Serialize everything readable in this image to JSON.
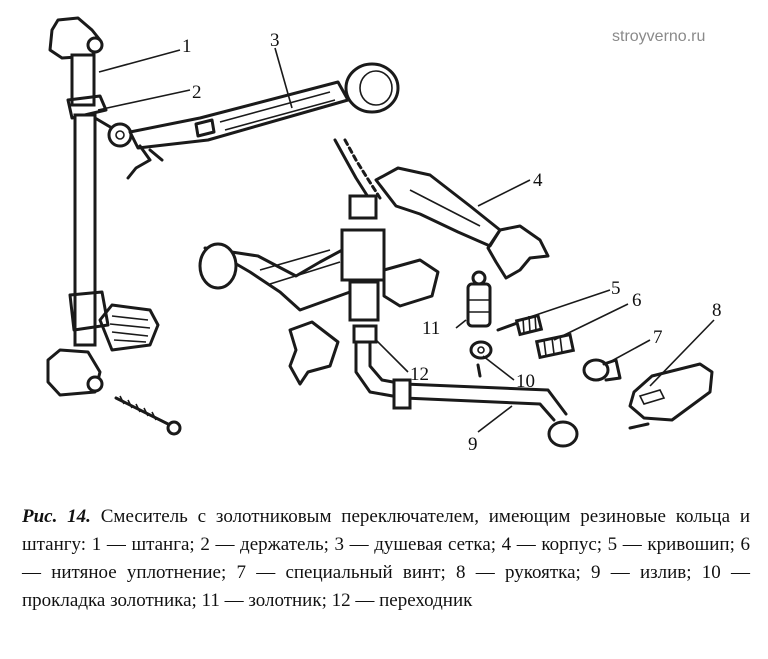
{
  "watermark": "stroyverno.ru",
  "labels": {
    "l1": "1",
    "l2": "2",
    "l3": "3",
    "l4": "4",
    "l5": "5",
    "l6": "6",
    "l7": "7",
    "l8": "8",
    "l9": "9",
    "l10": "10",
    "l11": "11",
    "l12": "12"
  },
  "caption": {
    "fig_label": "Рис. 14.",
    "text": " Смеситель с золотниковым переключателем, имеющим резиновые кольца и штангу: 1 — штанга; 2 — держатель; 3 — душевая сетка; 4 — корпус; 5 — кривошип; 6 — нитяное уплотнение; 7 — специальный винт; 8 — рукоятка; 9 — излив; 10 — прокладка золотника; 11 — золотник; 12 — переходник"
  }
}
